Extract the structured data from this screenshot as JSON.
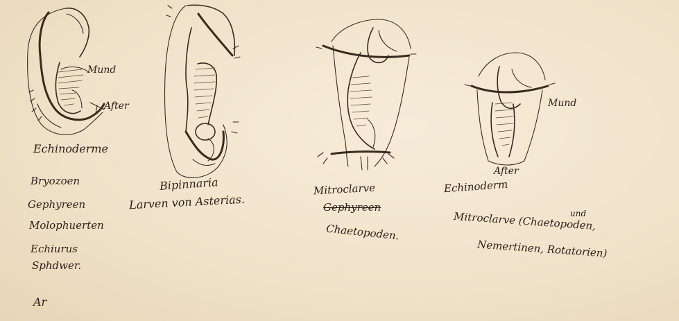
{
  "figures": [
    {
      "id": "fig1",
      "labels": {
        "mouth": "Mund",
        "anus": "After"
      },
      "caption": "Echinoderme",
      "group_list": [
        "Bryozoen",
        "Gephyreen",
        "Molophuerten",
        "Echiurus",
        "Sphdwer."
      ],
      "footnote": "Ar"
    },
    {
      "id": "fig2",
      "caption_lines": [
        "Bipinnaria",
        "Larven von Asterias."
      ]
    },
    {
      "id": "fig3",
      "caption_lines": [
        "Mitroclarve",
        "Gephyreen",
        "Chaetopoden."
      ],
      "struck_line": "Gephyreen"
    },
    {
      "id": "fig4",
      "labels": {
        "mouth": "Mund",
        "anus": "After"
      },
      "caption_lines": [
        "Echinoderm",
        "Mitroclarve (Chaetopoden,",
        "Nemertinen, Rotatorien)"
      ],
      "margin_word": "und"
    }
  ]
}
